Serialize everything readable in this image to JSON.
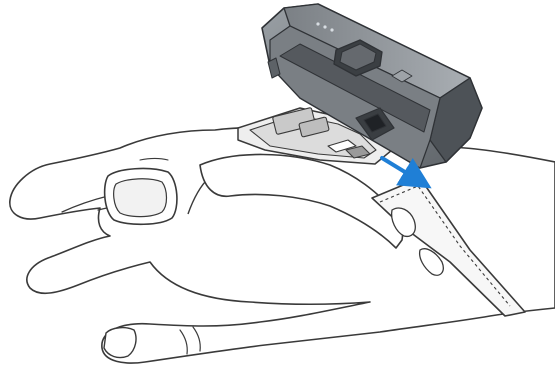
{
  "figure": {
    "subject": "wearable-scanner-attaching-to-hand-mount",
    "palette": {
      "outline": "#3a3a3a",
      "hand_fill": "#ffffff",
      "device_body": "#8a8f94",
      "device_dark": "#4d5257",
      "device_light": "#b6bbc0",
      "arrow": "#1f7fd6",
      "strap_fill": "#f7f7f7"
    },
    "icons": [
      "hand",
      "scanner-device",
      "mount-plate",
      "strap",
      "direction-arrow",
      "trigger-button"
    ]
  }
}
